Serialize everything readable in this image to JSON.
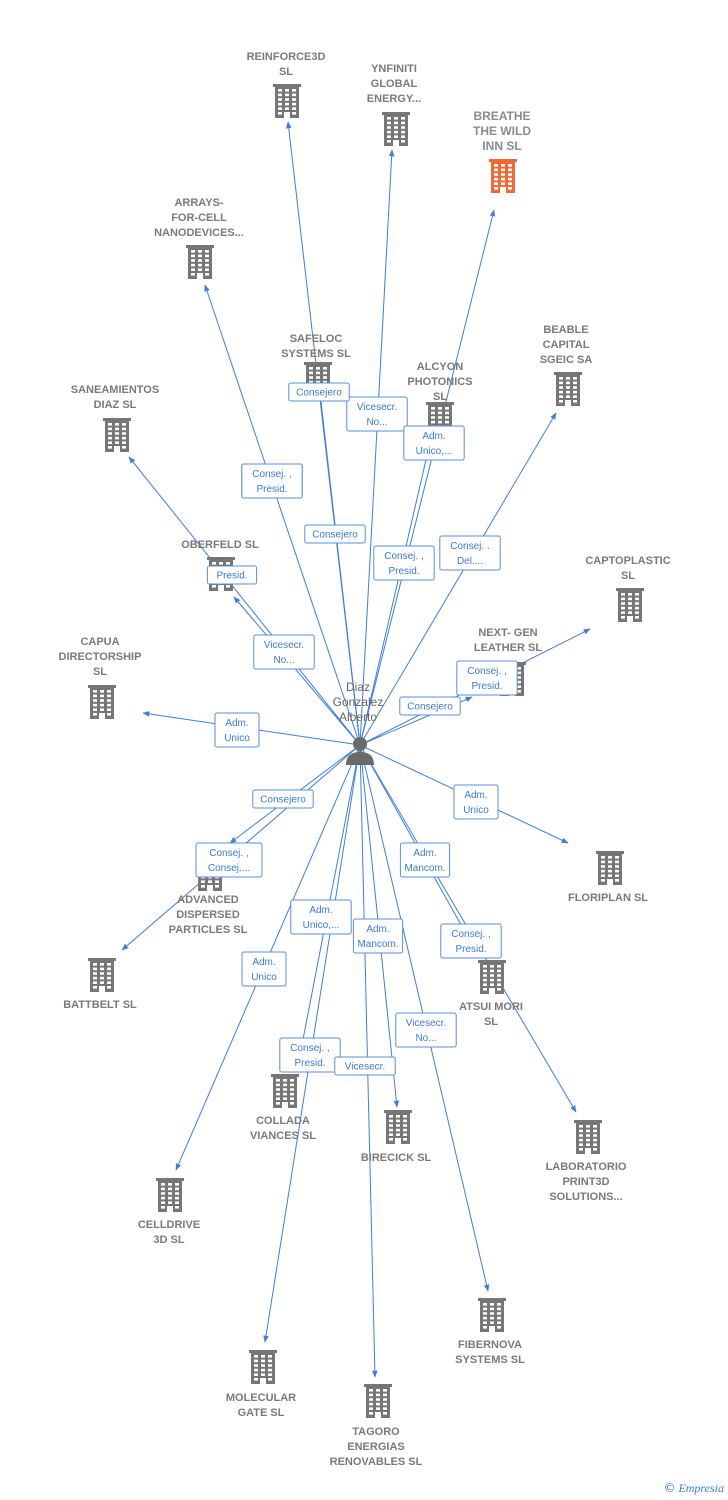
{
  "colors": {
    "edge": "#3f7fd8",
    "building": "#767676",
    "highlight": "#f06a35",
    "label_text": "#3b7bd6"
  },
  "center": {
    "name_lines": [
      "Diaz",
      "Gonzalez",
      "Alberto"
    ],
    "icon": "person-icon"
  },
  "companies": [
    {
      "id": "reinforce3d",
      "lines": [
        "REINFORCE3D",
        "SL"
      ]
    },
    {
      "id": "ynfiniti",
      "lines": [
        "YNFINITI",
        "GLOBAL",
        "ENERGY..."
      ]
    },
    {
      "id": "breathe",
      "lines": [
        "BREATHE",
        "THE WILD",
        "INN  SL"
      ],
      "highlight": true
    },
    {
      "id": "arrays",
      "lines": [
        "ARRAYS-",
        "FOR-CELL",
        "NANODEVICES..."
      ]
    },
    {
      "id": "safeloc",
      "lines": [
        "SAFELOC",
        "SYSTEMS  SL"
      ]
    },
    {
      "id": "alcyon",
      "lines": [
        "ALCYON",
        "PHOTONICS",
        "SL"
      ]
    },
    {
      "id": "beable",
      "lines": [
        "BEABLE",
        "CAPITAL",
        "SGEIC SA"
      ]
    },
    {
      "id": "saneamientos",
      "lines": [
        "SANEAMIENTOS",
        "DIAZ  SL"
      ]
    },
    {
      "id": "oberfeld",
      "lines": [
        "OBERFELD SL"
      ]
    },
    {
      "id": "captoplastic",
      "lines": [
        "CAPTOPLASTIC",
        "SL"
      ]
    },
    {
      "id": "nextgen",
      "lines": [
        "NEXT- GEN",
        "LEATHER  SL"
      ]
    },
    {
      "id": "capua",
      "lines": [
        "CAPUA",
        "DIRECTORSHIP",
        "SL"
      ]
    },
    {
      "id": "advanced",
      "lines": [
        "ADVANCED",
        "DISPERSED",
        "PARTICLES SL"
      ]
    },
    {
      "id": "floriplan",
      "lines": [
        "FLORIPLAN  SL"
      ]
    },
    {
      "id": "battbelt",
      "lines": [
        "BATTBELT  SL"
      ]
    },
    {
      "id": "atsui",
      "lines": [
        "ATSUI MORI",
        "SL"
      ]
    },
    {
      "id": "collada",
      "lines": [
        "COLLADA",
        "VIANCES  SL"
      ]
    },
    {
      "id": "birecick",
      "lines": [
        "BIRECICK SL"
      ]
    },
    {
      "id": "laboratorio",
      "lines": [
        "LABORATORIO",
        "PRINT3D",
        "SOLUTIONS..."
      ]
    },
    {
      "id": "celldrive",
      "lines": [
        "CELLDRIVE",
        "3D  SL"
      ]
    },
    {
      "id": "fibernova",
      "lines": [
        "FIBERNOVA",
        "SYSTEMS SL"
      ]
    },
    {
      "id": "molecular",
      "lines": [
        "MOLECULAR",
        "GATE  SL"
      ]
    },
    {
      "id": "tagoro",
      "lines": [
        "TAGORO",
        "ENERGIAS",
        "RENOVABLES SL"
      ]
    }
  ],
  "relations": [
    {
      "to": "reinforce3d",
      "lines": [
        "Consej. ,",
        "Presid."
      ]
    },
    {
      "to": "ynfiniti",
      "lines": [
        "Vicesecr.",
        "No..."
      ]
    },
    {
      "to": "breathe",
      "lines": [
        "Consej. ,",
        "Presid."
      ]
    },
    {
      "to": "arrays",
      "lines": [
        "Consej. ,",
        "Presid."
      ]
    },
    {
      "to": "safeloc",
      "lines": [
        "Consejero"
      ]
    },
    {
      "to": "safeloc",
      "lines": [
        "Consejero"
      ]
    },
    {
      "to": "alcyon",
      "lines": [
        "Adm.",
        "Unico,..."
      ]
    },
    {
      "to": "beable",
      "lines": [
        "Consej. .",
        "Del...."
      ]
    },
    {
      "to": "saneamientos",
      "lines": [
        "Presid."
      ]
    },
    {
      "to": "oberfeld",
      "lines": [
        "Vicesecr.",
        "No..."
      ]
    },
    {
      "to": "captoplastic",
      "lines": [
        "Consej. ,",
        "Presid."
      ]
    },
    {
      "to": "nextgen",
      "lines": [
        "Consejero"
      ]
    },
    {
      "to": "capua",
      "lines": [
        "Adm.",
        "Unico"
      ]
    },
    {
      "to": "advanced",
      "lines": [
        "Consejero"
      ]
    },
    {
      "to": "floriplan",
      "lines": [
        "Adm.",
        "Unico"
      ]
    },
    {
      "to": "battbelt",
      "lines": [
        "Consej. ,",
        "Consej...."
      ]
    },
    {
      "to": "atsui",
      "lines": [
        "Adm.",
        "Mancom."
      ]
    },
    {
      "to": "collada",
      "lines": [
        "Adm.",
        "Unico,..."
      ]
    },
    {
      "to": "birecick",
      "lines": [
        "Adm.",
        "Mancom."
      ]
    },
    {
      "to": "laboratorio",
      "lines": [
        "Consej. ,",
        "Presid."
      ]
    },
    {
      "to": "celldrive",
      "lines": [
        "Adm.",
        "Unico"
      ]
    },
    {
      "to": "fibernova",
      "lines": [
        "Vicesecr.",
        "No..."
      ]
    },
    {
      "to": "molecular",
      "lines": [
        "Consej. ,",
        "Presid."
      ]
    },
    {
      "to": "tagoro",
      "lines": [
        "Vicesecr."
      ]
    }
  ],
  "footer": {
    "copyright": "©",
    "brand": "Empresia"
  }
}
